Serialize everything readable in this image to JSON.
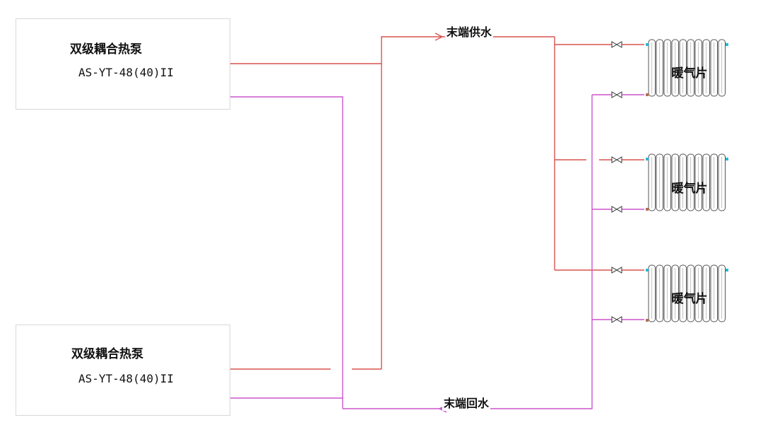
{
  "pumps": [
    {
      "name": "双级耦合热泵",
      "model": "AS-YT-48(40)II"
    },
    {
      "name": "双级耦合热泵",
      "model": "AS-YT-48(40)II"
    }
  ],
  "supply_label": "末端供水",
  "return_label": "末端回水",
  "radiators": [
    {
      "label": "暖气片"
    },
    {
      "label": "暖气片"
    },
    {
      "label": "暖气片"
    }
  ],
  "colors": {
    "supply": "#d9534f",
    "return": "#cc55cc",
    "radiator": "#555555",
    "connector": "#29b6d6",
    "box_border": "#d8d8d8"
  }
}
